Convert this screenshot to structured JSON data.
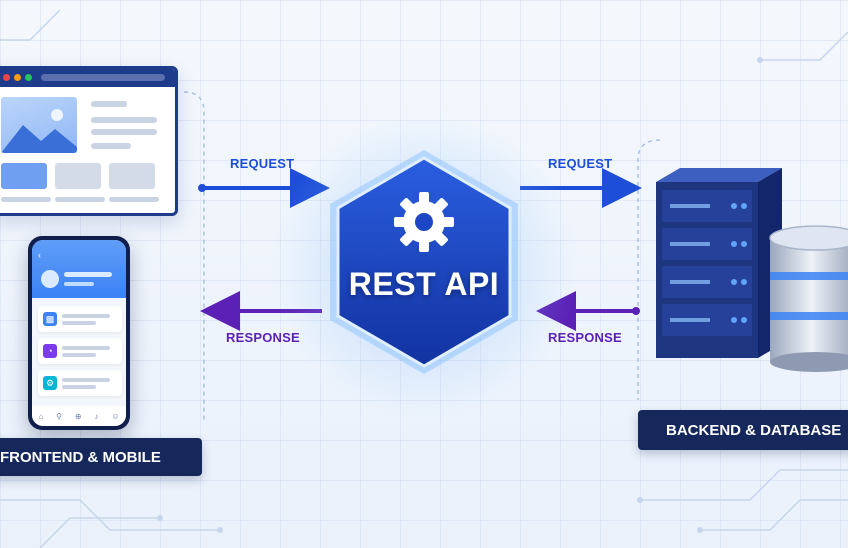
{
  "diagram": {
    "center": {
      "title": "REST API",
      "icon": "gear-icon"
    },
    "left": {
      "label": "FRONTEND & MOBILE",
      "browser_icon": "browser-window-icon",
      "phone_icon": "smartphone-icon"
    },
    "right": {
      "label": "BACKEND & DATABASE",
      "server_icon": "server-rack-icon",
      "database_icon": "database-icon"
    },
    "arrows": {
      "left_request": "REQUEST",
      "left_response": "RESPONSE",
      "right_request": "REQUEST",
      "right_response": "RESPONSE"
    },
    "colors": {
      "request": "#1d4ed8",
      "response": "#5b21b6",
      "hexagon": "#1e40af",
      "label_bg": "#16275c"
    }
  }
}
